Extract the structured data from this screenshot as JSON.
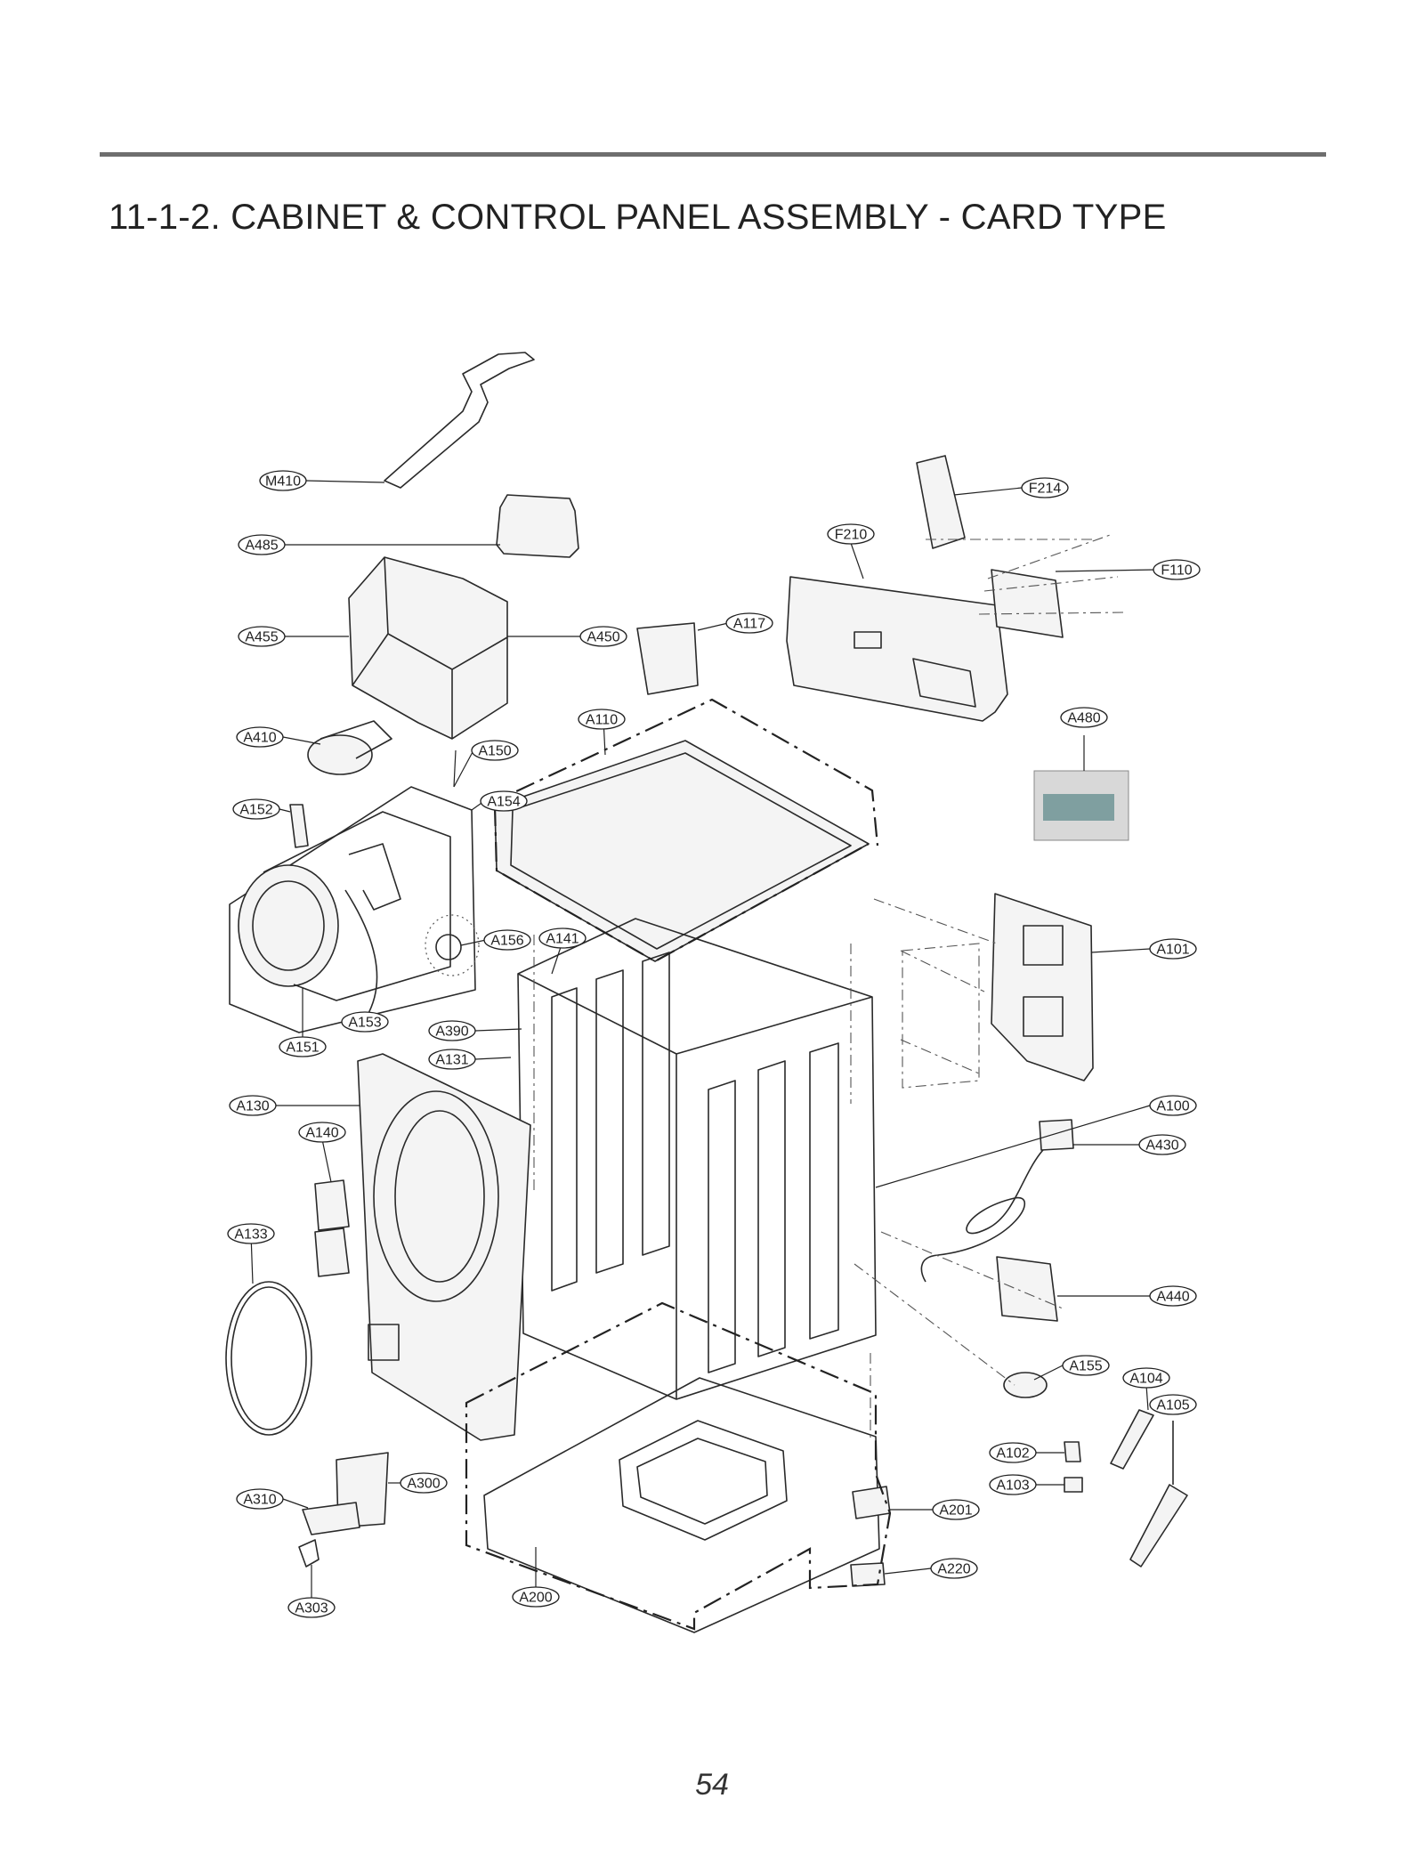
{
  "title": "11-1-2. CABINET & CONTROL PANEL ASSEMBLY - CARD TYPE",
  "page_number": "54",
  "labels": [
    {
      "code": "M410"
    },
    {
      "code": "A485"
    },
    {
      "code": "A455"
    },
    {
      "code": "A450"
    },
    {
      "code": "A410"
    },
    {
      "code": "A152"
    },
    {
      "code": "A150"
    },
    {
      "code": "A154"
    },
    {
      "code": "A156"
    },
    {
      "code": "A141"
    },
    {
      "code": "A153"
    },
    {
      "code": "A151"
    },
    {
      "code": "A390"
    },
    {
      "code": "A131"
    },
    {
      "code": "A130"
    },
    {
      "code": "A140"
    },
    {
      "code": "A133"
    },
    {
      "code": "A310"
    },
    {
      "code": "A300"
    },
    {
      "code": "A303"
    },
    {
      "code": "A200"
    },
    {
      "code": "A110"
    },
    {
      "code": "A117"
    },
    {
      "code": "F210"
    },
    {
      "code": "F214"
    },
    {
      "code": "F110"
    },
    {
      "code": "A480"
    },
    {
      "code": "A101"
    },
    {
      "code": "A100"
    },
    {
      "code": "A430"
    },
    {
      "code": "A440"
    },
    {
      "code": "A155"
    },
    {
      "code": "A104"
    },
    {
      "code": "A105"
    },
    {
      "code": "A102"
    },
    {
      "code": "A103"
    },
    {
      "code": "A201"
    },
    {
      "code": "A220"
    }
  ]
}
